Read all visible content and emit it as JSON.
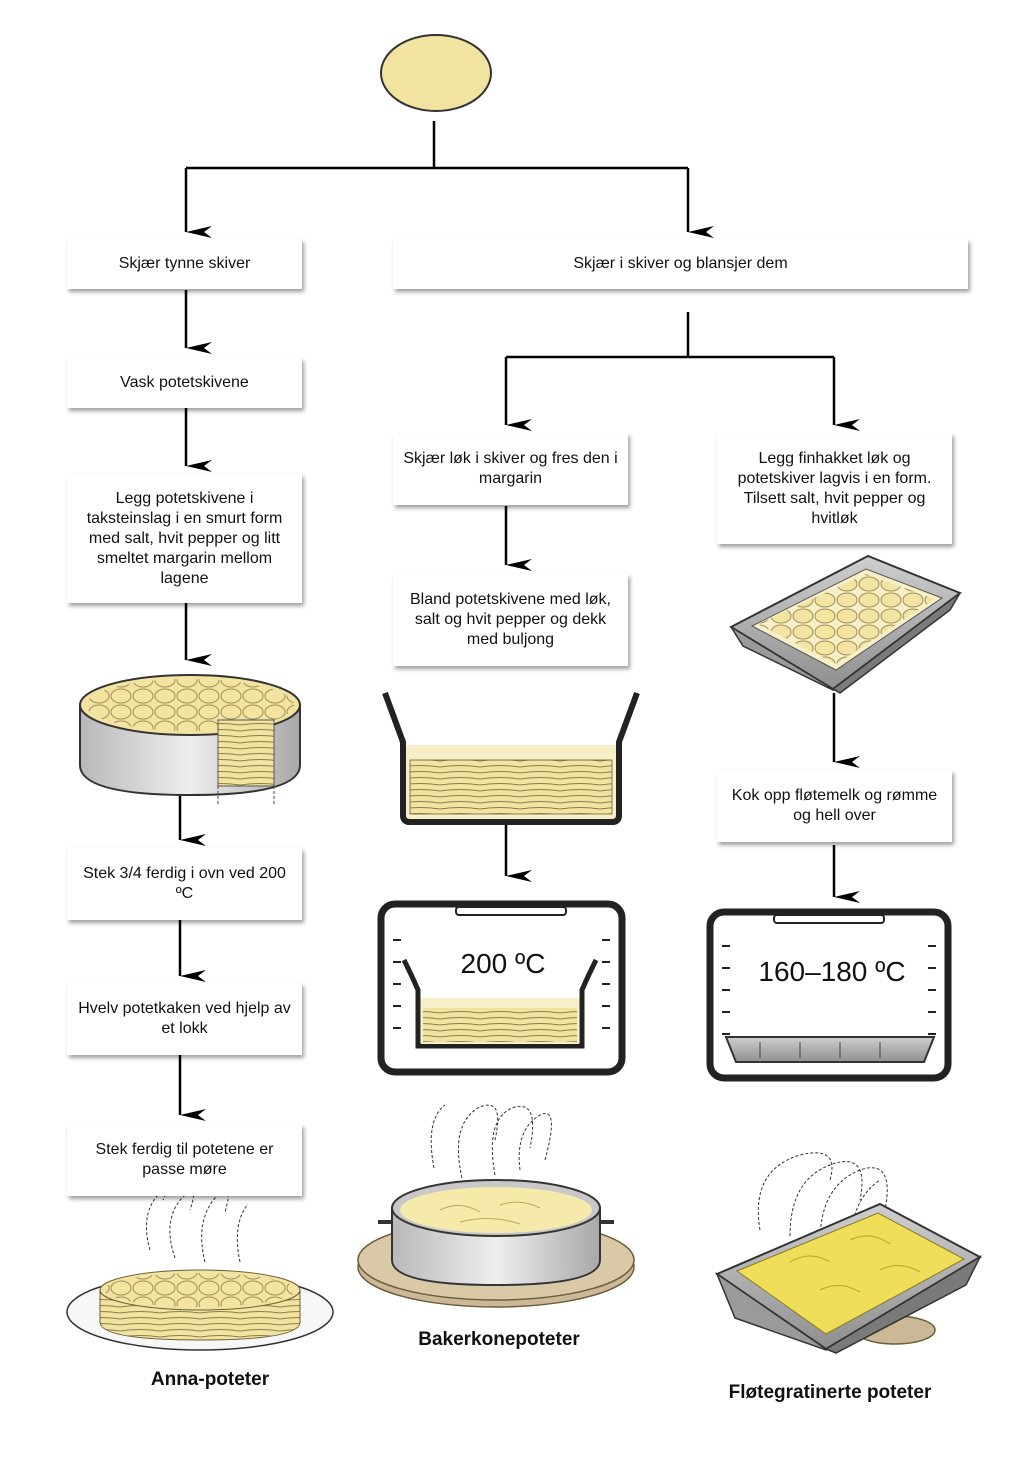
{
  "steps": {
    "cut_thin": "Skjær tynne skiver",
    "cut_blanch": "Skjær i skiver og blansjer dem",
    "wash": "Vask potetskivene",
    "layer_anna": "Legg potetskivene i taksteinslag i en smurt form med salt, hvit pepper og litt smeltet margarin mellom lagene",
    "onion_fry": "Skjær løk i skiver og fres den i margarin",
    "layer_gratin": "Legg finhakket løk og potetskiver lagvis i en form. Tilsett salt, hvit pepper og hvitløk",
    "mix_broth": "Bland potetskivene med løk, salt og hvit pepper og dekk med buljong",
    "boil_cream": "Kok opp fløtemelk og rømme og hell over",
    "bake_anna": "Stek 3/4 ferdig i ovn ved 200 ºC",
    "flip": "Hvelv potetkaken ved hjelp av et lokk",
    "finish": "Stek ferdig til potetene er passe møre"
  },
  "ovens": {
    "baker_temp": "200 ºC",
    "gratin_temp": "160–180 ºC"
  },
  "results": {
    "anna": "Anna-poteter",
    "baker": "Bakerkonepoteter",
    "gratin": "Fløtegratinerte poteter"
  },
  "icons": [
    "potato-icon",
    "springform-pan-icon",
    "pot-icon",
    "oven-icon",
    "baking-dish-icon",
    "plate-icon",
    "steam-icon"
  ],
  "colors": {
    "potato": "#f2e3a0",
    "gratin": "#f0dd5a",
    "pan": "#d4d4d4",
    "board": "#cbb896",
    "broth": "#f7efc7"
  }
}
